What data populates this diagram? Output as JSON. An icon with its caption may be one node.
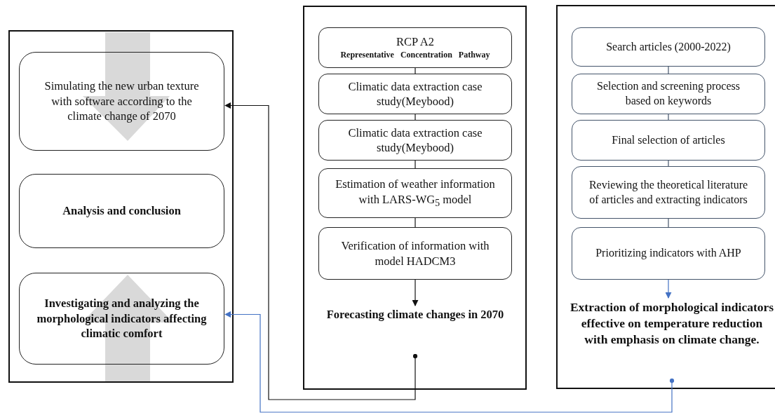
{
  "diagram": {
    "nodes": [
      {
        "text": [],
        "shape": "box"
      },
      {
        "text": [
          "Simulating the new urban texture with software according to the climate change of 2070"
        ],
        "in": 0
      },
      {
        "text": [
          "Analysis and conclusion"
        ],
        "in": 0
      },
      {
        "text": [
          "Investigating and analyzing the morphological indicators affecting climatic comfort"
        ],
        "in": 0
      },
      {
        "text": [],
        "shape": "box"
      },
      {
        "text": [
          "RCP A2",
          "Representative Concentration Pathway"
        ],
        "in": 4
      },
      {
        "text": [
          "Climatic data extraction case study(Meybood)"
        ],
        "in": 4
      },
      {
        "text": [
          "Climatic data extraction case study(Meybood)"
        ],
        "in": 4
      },
      {
        "text": [
          "Estimation of weather information with LARS-WG$_{5}$ model"
        ],
        "in": 4
      },
      {
        "text": [
          "Verification of information with model HADCM3"
        ],
        "in": 4
      },
      {
        "text": [
          "Forecasting climate changes in 2070"
        ],
        "in": 4
      },
      {
        "text": [],
        "shape": "box"
      },
      {
        "text": [
          "Search articles (2000-2022)"
        ],
        "in": 11
      },
      {
        "text": [
          "Selection and screening process based on keywords"
        ],
        "in": 11
      },
      {
        "text": [
          "Final selection of articles"
        ],
        "in": 11
      },
      {
        "text": [
          "Reviewing the theoretical literature of articles and extracting indicators"
        ],
        "in": 11
      },
      {
        "text": [
          "Prioritizing indicators with AHP"
        ],
        "in": 11
      },
      {
        "text": [
          "Extraction of morphological indicators effective on temperature reduction with emphasis on climate change."
        ],
        "in": 11
      }
    ],
    "edges": [
      {
        "from": 5,
        "to": 6,
        "arrow": "none"
      },
      {
        "from": 6,
        "to": 7,
        "arrow": "none"
      },
      {
        "from": 7,
        "to": 8,
        "arrow": "none"
      },
      {
        "from": 8,
        "to": 9,
        "arrow": "none"
      },
      {
        "from": 9,
        "to": 10,
        "arrow": "to"
      },
      {
        "from": 10,
        "to": 1,
        "arrow": "to"
      },
      {
        "from": 12,
        "to": 13,
        "arrow": "none",
        "color": "#44546a"
      },
      {
        "from": 13,
        "to": 14,
        "arrow": "none",
        "color": "#44546a"
      },
      {
        "from": 14,
        "to": 15,
        "arrow": "none",
        "color": "#44546a"
      },
      {
        "from": 15,
        "to": 16,
        "arrow": "none",
        "color": "#44546a"
      },
      {
        "from": 16,
        "to": 17,
        "arrow": "to",
        "color": "#4472c4"
      },
      {
        "from": 17,
        "to": 3,
        "arrow": "to",
        "color": "#4472c4"
      }
    ]
  }
}
